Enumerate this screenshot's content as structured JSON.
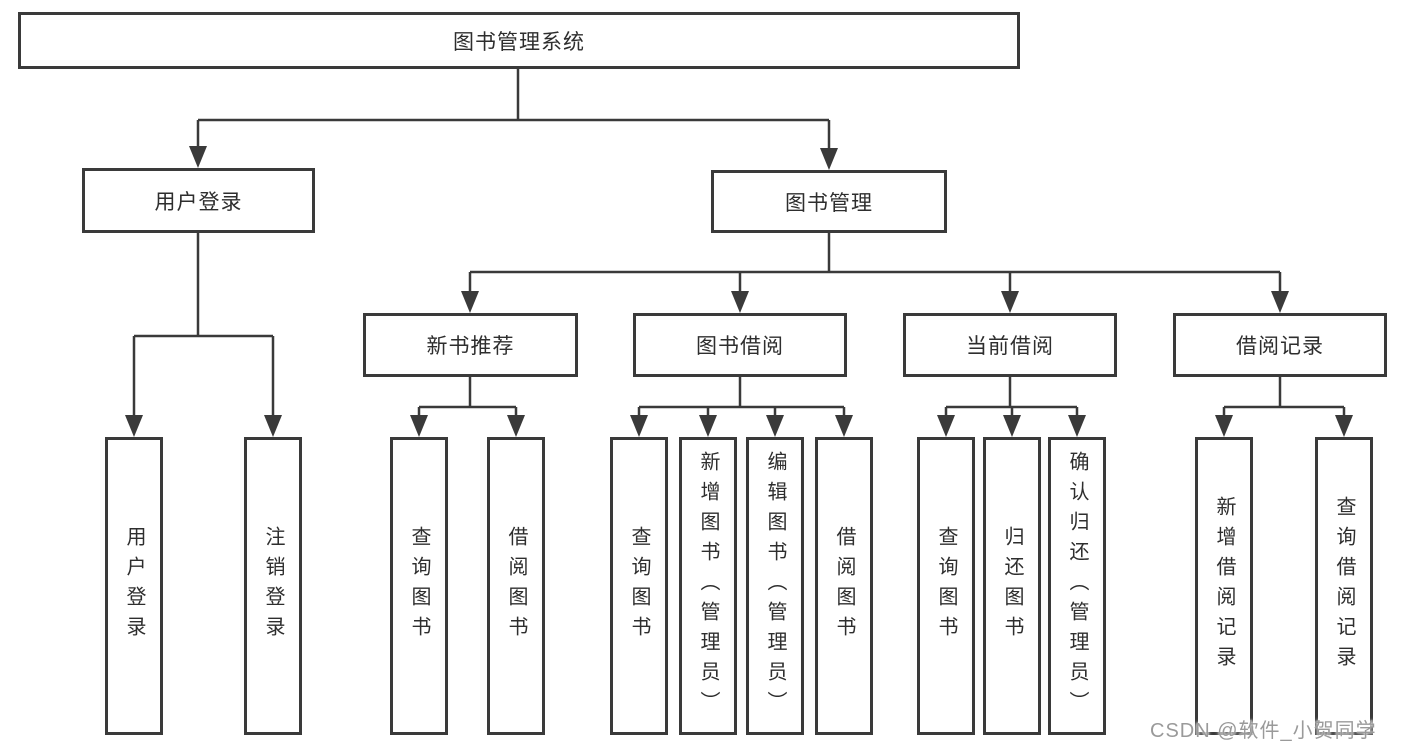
{
  "tree": {
    "root": "图书管理系统",
    "login": {
      "label": "用户登录",
      "children": [
        "用户登录",
        "注销登录"
      ]
    },
    "manage": {
      "label": "图书管理",
      "groups": [
        {
          "label": "新书推荐",
          "children": [
            "查询图书",
            "借阅图书"
          ]
        },
        {
          "label": "图书借阅",
          "children": [
            "查询图书",
            "新增图书（管理员）",
            "编辑图书（管理员）",
            "借阅图书"
          ]
        },
        {
          "label": "当前借阅",
          "children": [
            "查询图书",
            "归还图书",
            "确认归还（管理员）"
          ]
        },
        {
          "label": "借阅记录",
          "children": [
            "新增借阅记录",
            "查询借阅记录"
          ]
        }
      ]
    }
  },
  "watermark": "CSDN @软件_小贺同学",
  "colors": {
    "line": "#3a3a3a",
    "text": "#2e2e2e",
    "background": "#ffffff",
    "watermark": "#9a9a9a"
  }
}
